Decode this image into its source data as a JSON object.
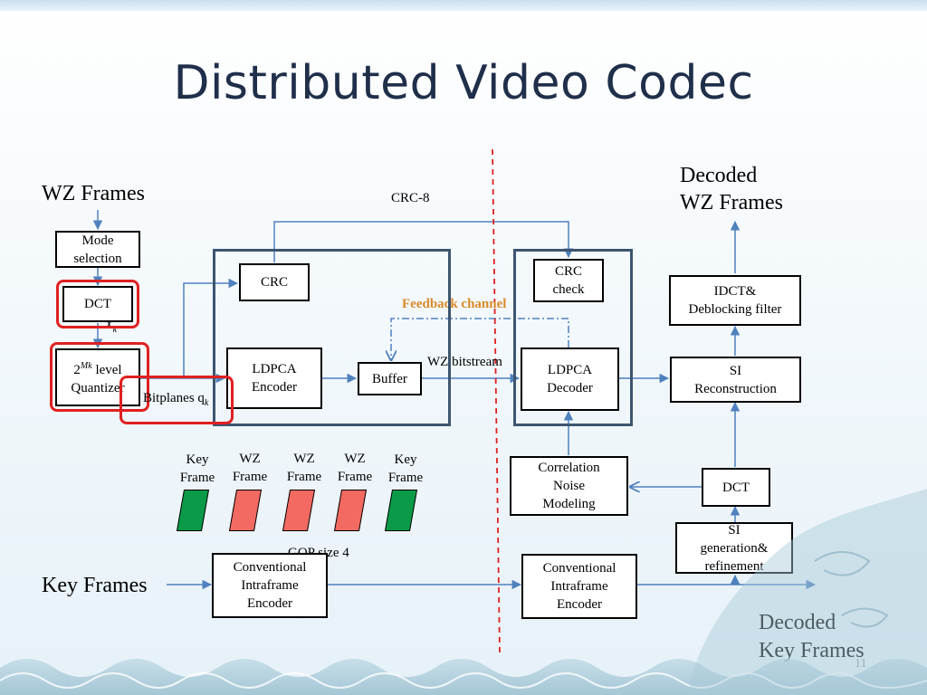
{
  "slide": {
    "title": "Distributed Video Codec",
    "page_number": "11"
  },
  "labels": {
    "wz_frames": "WZ Frames",
    "key_frames": "Key Frames",
    "decoded_wz_line1": "Decoded",
    "decoded_wz_line2": "WZ Frames",
    "decoded_key_line1": "Decoded",
    "decoded_key_line2": "Key Frames",
    "crc8": "CRC-8",
    "feedback_channel": "Feedback channel",
    "wz_bitstream": "WZ bitstream",
    "xk": "X",
    "xk_sub": "k",
    "bitplanes": "Bitplanes q",
    "bitplanes_sub": "k",
    "gop_size": "GOP size 4"
  },
  "blocks": {
    "mode_selection": [
      "Mode",
      "selection"
    ],
    "dct_encoder": [
      "DCT"
    ],
    "quantizer": [
      "2^Mk level",
      "Quantizer"
    ],
    "quantizer_prefix": "2",
    "quantizer_sup": "Mk",
    "quantizer_suffix": " level",
    "quantizer_line2": "Quantizer",
    "crc": [
      "CRC"
    ],
    "ldpca_encoder": [
      "LDPCA",
      "Encoder"
    ],
    "buffer": [
      "Buffer"
    ],
    "crc_check": [
      "CRC",
      "check"
    ],
    "ldpca_decoder": [
      "LDPCA",
      "Decoder"
    ],
    "correlation_noise": [
      "Correlation",
      "Noise",
      "Modeling"
    ],
    "idct": [
      "IDCT&",
      "Deblocking filter"
    ],
    "si_reconstruction": [
      "SI",
      "Reconstruction"
    ],
    "dct_decoder": [
      "DCT"
    ],
    "si_generation": [
      "SI",
      "generation&",
      "refinement"
    ],
    "intra_encoder": [
      "Conventional",
      "Intraframe",
      "Encoder"
    ],
    "intra_decoder": [
      "Conventional",
      "Intraframe",
      "Encoder"
    ]
  },
  "gop": {
    "frames": [
      {
        "line1": "Key",
        "line2": "Frame",
        "color": "#0a9a48"
      },
      {
        "line1": "WZ",
        "line2": "Frame",
        "color": "#f26a62"
      },
      {
        "line1": "WZ",
        "line2": "Frame",
        "color": "#f26a62"
      },
      {
        "line1": "WZ",
        "line2": "Frame",
        "color": "#f26a62"
      },
      {
        "line1": "Key",
        "line2": "Frame",
        "color": "#0a9a48"
      }
    ]
  },
  "colors": {
    "title": "#1f2f4a",
    "arrow": "#4f81bd",
    "group_border": "#3d5570",
    "highlight": "#e02020",
    "divider": "#e02020",
    "feedback_text": "#d98a2a"
  }
}
